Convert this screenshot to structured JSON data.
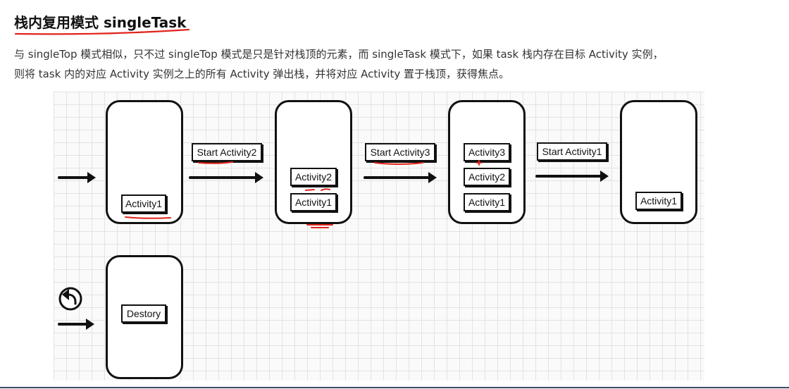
{
  "title": "栈内复用模式 singleTask",
  "description": {
    "line1": "与 singleTop 模式相似，只不过 singleTop 模式是只是针对栈顶的元素，而 singleTask 模式下，如果 task 栈内存在目标 Activity 实例，",
    "line2": "则将 task 内的对应 Activity 实例之上的所有 Activity 弹出栈，并将对应 Activity 置于栈顶，获得焦点。"
  },
  "diagram": {
    "stack1": {
      "items": [
        "Activity1"
      ]
    },
    "transition1": "Start Activity2",
    "stack2": {
      "items": [
        "Activity2",
        "Activity1"
      ]
    },
    "transition2": "Start Activity3",
    "stack3": {
      "items": [
        "Activity3",
        "Activity2",
        "Activity1"
      ]
    },
    "transition3": "Start Activity1",
    "stack4": {
      "items": [
        "Activity1"
      ]
    },
    "stack5": {
      "items": [
        "Destory"
      ]
    }
  },
  "colors": {
    "annotation": "#e0231b",
    "ink": "#111111",
    "rule": "#3a4a63"
  },
  "icons": [
    "back-icon",
    "arrow-right-icon"
  ]
}
